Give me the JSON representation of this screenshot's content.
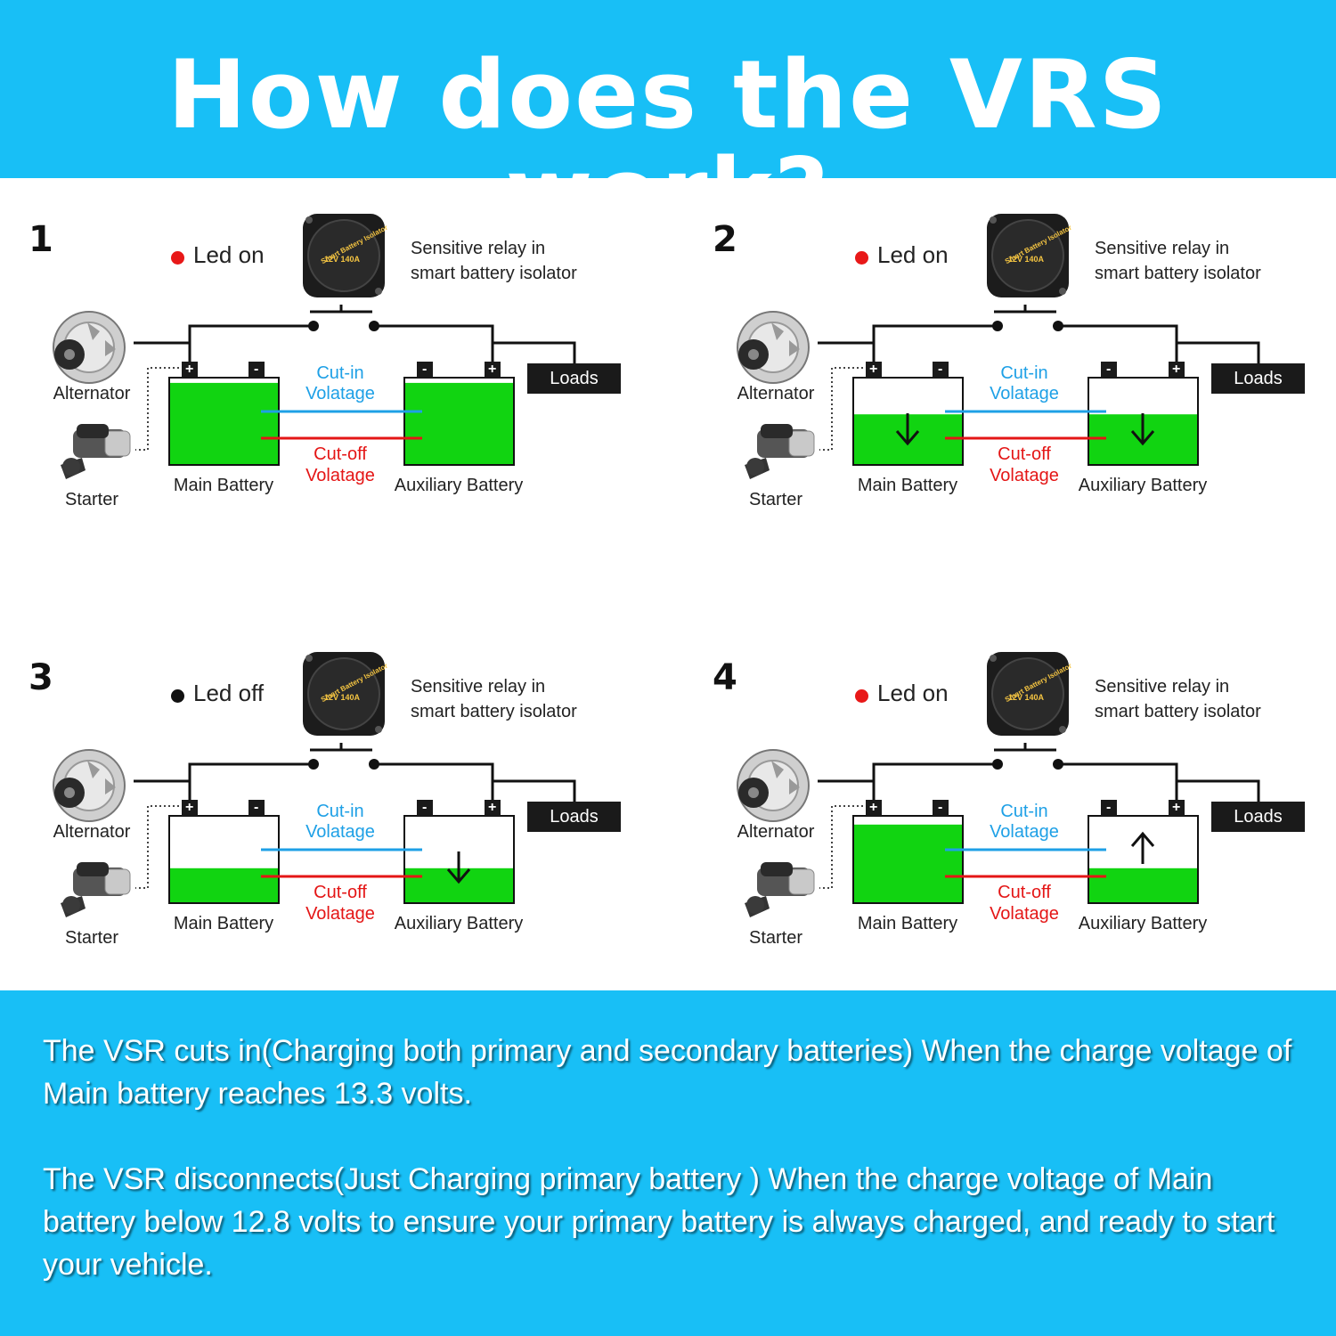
{
  "title": "How does the VRS work?",
  "panels": [
    {
      "number": "1",
      "led_text": "Led on",
      "led_color": "#e81818",
      "main_fill": 0.94,
      "aux_fill": 0.94,
      "main_arrow": "",
      "aux_arrow": ""
    },
    {
      "number": "2",
      "led_text": "Led on",
      "led_color": "#e81818",
      "main_fill": 0.58,
      "aux_fill": 0.58,
      "main_arrow": "down",
      "aux_arrow": "down"
    },
    {
      "number": "3",
      "led_text": "Led off",
      "led_color": "#111111",
      "main_fill": 0.4,
      "aux_fill": 0.4,
      "main_arrow": "",
      "aux_arrow": "down"
    },
    {
      "number": "4",
      "led_text": "Led on",
      "led_color": "#e81818",
      "main_fill": 0.9,
      "aux_fill": 0.4,
      "main_arrow": "",
      "aux_arrow": "up"
    }
  ],
  "labels": {
    "relay_line1": "Sensitive relay in",
    "relay_line2": "smart battery isolator",
    "alternator": "Alternator",
    "starter": "Starter",
    "main_battery": "Main Battery",
    "aux_battery": "Auxiliary Battery",
    "cutin_line1": "Cut-in",
    "cutin_line2": "Volatage",
    "cutoff_line1": "Cut-off",
    "cutoff_line2": "Volatage",
    "loads": "Loads",
    "plus": "+",
    "minus": "-"
  },
  "isolator": {
    "brand": "Smart Battery Isolator",
    "rating": "12V 140A"
  },
  "colors": {
    "header_bg": "#18bff6",
    "battery_green": "#11d411",
    "cutin_line": "#1ea0e6",
    "cutoff_line": "#e41616"
  },
  "footer": {
    "para1": "The VSR cuts in(Charging both primary and secondary batteries) When the charge voltage of Main battery reaches 13.3 volts.",
    "para2": "The VSR disconnects(Just Charging primary battery ) When the charge voltage of Main battery below 12.8 volts to ensure your primary battery is always charged, and ready to start your vehicle."
  }
}
